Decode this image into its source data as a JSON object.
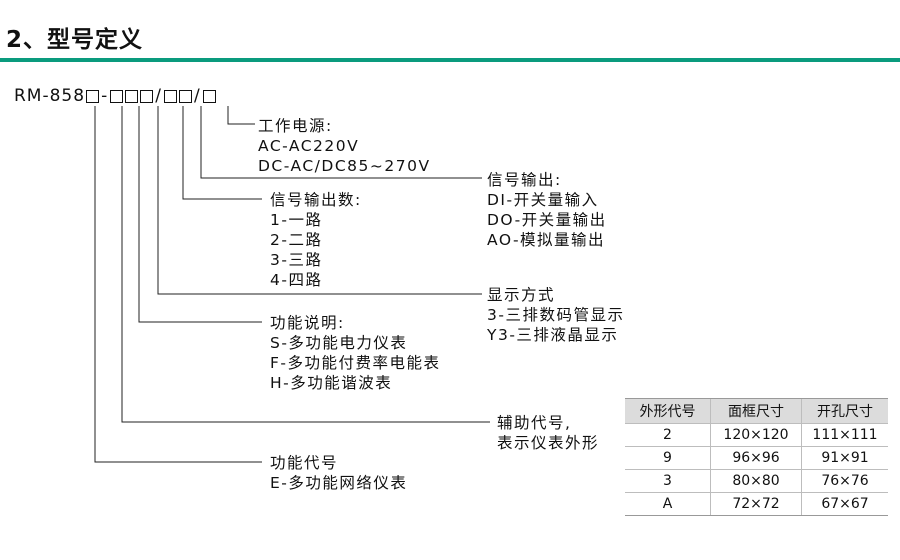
{
  "heading": "2、型号定义",
  "model": {
    "prefix": "RM-858",
    "dash": "-",
    "slash1": "/",
    "slash2": "/"
  },
  "groups": {
    "power": {
      "title": "工作电源:",
      "items": [
        "AC-AC220V",
        "DC-AC/DC85~270V"
      ]
    },
    "signal_output": {
      "title": "信号输出:",
      "items": [
        "DI-开关量输入",
        "DO-开关量输出",
        "AO-模拟量输出"
      ]
    },
    "signal_count": {
      "title": "信号输出数:",
      "items": [
        "1-一路",
        "2-二路",
        "3-三路",
        "4-四路"
      ]
    },
    "display": {
      "title": "显示方式",
      "items": [
        "3-三排数码管显示",
        "Y3-三排液晶显示"
      ]
    },
    "function_desc": {
      "title": "功能说明:",
      "items": [
        "S-多功能电力仪表",
        "F-多功能付费率电能表",
        "H-多功能谐波表"
      ]
    },
    "aux_code": {
      "title": "辅助代号,",
      "items": [
        "表示仪表外形"
      ]
    },
    "function_code": {
      "title": "功能代号",
      "items": [
        "E-多功能网络仪表"
      ]
    }
  },
  "table": {
    "headers": [
      "外形代号",
      "面框尺寸",
      "开孔尺寸"
    ],
    "rows": [
      [
        "2",
        "120×120",
        "111×111"
      ],
      [
        "9",
        "96×96",
        "91×91"
      ],
      [
        "3",
        "80×80",
        "76×76"
      ],
      [
        "A",
        "72×72",
        "67×67"
      ]
    ]
  },
  "colors": {
    "accent_rule": "#0a9b7e",
    "table_header_bg": "#dcdcdc"
  }
}
